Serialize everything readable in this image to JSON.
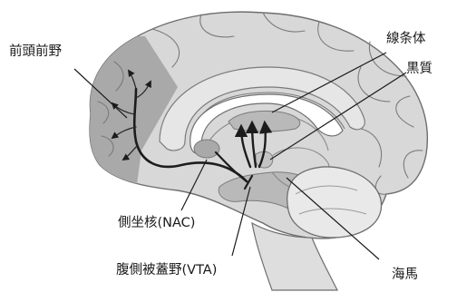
{
  "labels": {
    "prefrontal": "前頭前野",
    "striatum": "線条体",
    "substantia_nigra": "黒質",
    "nac": "側坐核(NAC)",
    "vta": "腹側被蓋野(VTA)",
    "hippocampus": "海馬"
  },
  "colors": {
    "outline": "#6e6e6e",
    "cortex": "#d8d8d8",
    "highlight": "#a9a9a9",
    "region_mid": "#b9b9b9",
    "cerebellum": "#e9e9e9",
    "pathway": "#1c1c1c",
    "leader": "#1c1c1c"
  }
}
